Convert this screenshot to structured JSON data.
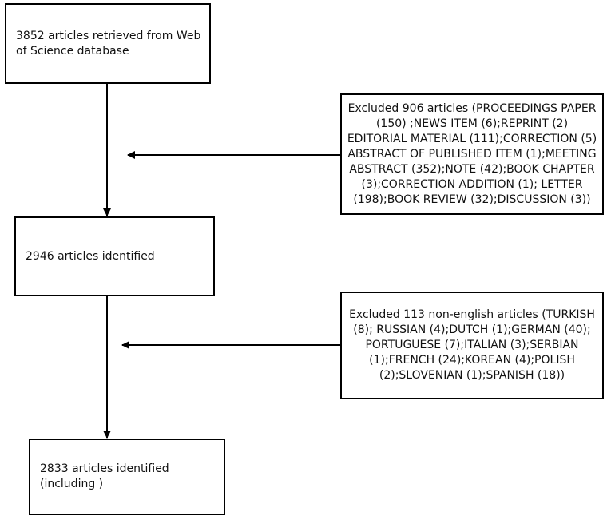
{
  "flow": {
    "step1": {
      "text": "3852 articles retrieved from Web of Science database"
    },
    "exclusion1": {
      "text": "Excluded 906 articles (PROCEEDINGS PAPER (150) ;NEWS ITEM (6);REPRINT (2) EDITORIAL MATERIAL (111);CORRECTION (5) ABSTRACT OF PUBLISHED ITEM (1);MEETING ABSTRACT (352);NOTE (42);BOOK CHAPTER (3);CORRECTION ADDITION (1); LETTER (198);BOOK REVIEW (32);DISCUSSION (3))"
    },
    "step2": {
      "text": "2946 articles identified"
    },
    "exclusion2": {
      "text": "Excluded 113 non-english articles (TURKISH (8); RUSSIAN (4);DUTCH (1);GERMAN (40); PORTUGUESE (7);ITALIAN (3);SERBIAN (1);FRENCH (24);KOREAN (4);POLISH (2);SLOVENIAN (1);SPANISH (18))"
    },
    "step3": {
      "text": "2833 articles identified\n(including )"
    }
  }
}
